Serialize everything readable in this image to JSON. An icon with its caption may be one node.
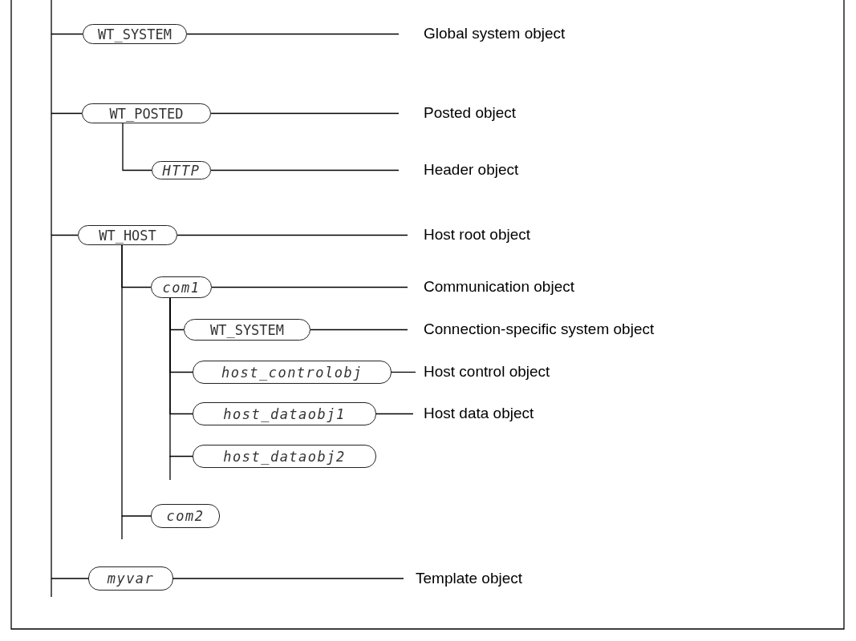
{
  "diagram": {
    "nodes": [
      {
        "text": [
          "WT_SYSTEM"
        ]
      },
      {
        "text": [
          "Global system object"
        ]
      },
      {
        "text": [
          "WT_POSTED"
        ]
      },
      {
        "text": [
          "Posted object"
        ]
      },
      {
        "text": [
          "HTTP"
        ]
      },
      {
        "text": [
          "Header object"
        ]
      },
      {
        "text": [
          "WT_HOST"
        ]
      },
      {
        "text": [
          "Host root object"
        ]
      },
      {
        "text": [
          "com1"
        ]
      },
      {
        "text": [
          "Communication object"
        ]
      },
      {
        "text": [
          "WT_SYSTEM"
        ]
      },
      {
        "text": [
          "Connection-specific system object"
        ]
      },
      {
        "text": [
          "host_controlobj"
        ]
      },
      {
        "text": [
          "Host control object"
        ]
      },
      {
        "text": [
          "host_dataobj1"
        ]
      },
      {
        "text": [
          "Host data object"
        ]
      },
      {
        "text": [
          "host_dataobj2"
        ]
      },
      {
        "text": [
          "com2"
        ]
      },
      {
        "text": [
          "myvar"
        ]
      },
      {
        "text": [
          "Template object"
        ]
      }
    ],
    "edges": [
      {
        "from": null,
        "to": 0,
        "arrow": "none"
      },
      {
        "from": 0,
        "to": 1,
        "arrow": "none"
      },
      {
        "from": null,
        "to": 2,
        "arrow": "none"
      },
      {
        "from": 2,
        "to": 3,
        "arrow": "none"
      },
      {
        "from": 2,
        "to": 4,
        "arrow": "none"
      },
      {
        "from": 4,
        "to": 5,
        "arrow": "none"
      },
      {
        "from": null,
        "to": 6,
        "arrow": "none"
      },
      {
        "from": 6,
        "to": 7,
        "arrow": "none"
      },
      {
        "from": 6,
        "to": 8,
        "arrow": "none"
      },
      {
        "from": 8,
        "to": 9,
        "arrow": "none"
      },
      {
        "from": 8,
        "to": 10,
        "arrow": "none"
      },
      {
        "from": 10,
        "to": 11,
        "arrow": "none"
      },
      {
        "from": 8,
        "to": 12,
        "arrow": "none"
      },
      {
        "from": 12,
        "to": 13,
        "arrow": "none"
      },
      {
        "from": 8,
        "to": 14,
        "arrow": "none"
      },
      {
        "from": 14,
        "to": 15,
        "arrow": "none"
      },
      {
        "from": 8,
        "to": 16,
        "arrow": "none"
      },
      {
        "from": 6,
        "to": 17,
        "arrow": "none"
      },
      {
        "from": null,
        "to": 18,
        "arrow": "none"
      },
      {
        "from": 18,
        "to": 19,
        "arrow": "none"
      }
    ]
  }
}
